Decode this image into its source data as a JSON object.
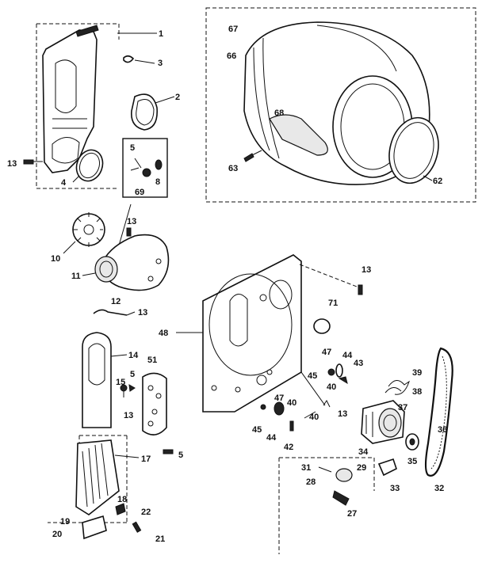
{
  "diagram": {
    "labels": {
      "p1": "1",
      "p2": "2",
      "p3": "3",
      "p4": "4",
      "p5a": "5",
      "p8": "8",
      "p69": "69",
      "p13a": "13",
      "p13b": "13",
      "p10": "10",
      "p11": "11",
      "p12": "12",
      "p13c": "13",
      "p14": "14",
      "p15": "15",
      "p5b": "5",
      "p51": "51",
      "p13d": "13",
      "p5c": "5",
      "p17": "17",
      "p18": "18",
      "p19": "19",
      "p20": "20",
      "p22": "22",
      "p21": "21",
      "p67": "67",
      "p66": "66",
      "p68": "68",
      "p63": "63",
      "p62": "62",
      "p13e": "13",
      "p71": "71",
      "p48": "48",
      "p47a": "47",
      "p44a": "44",
      "p43": "43",
      "p45a": "45",
      "p40a": "40",
      "p39": "39",
      "p38": "38",
      "p47b": "47",
      "p40b": "40",
      "p13f": "13",
      "p45b": "45",
      "p44b": "44",
      "p42": "42",
      "p40c": "40",
      "p37": "37",
      "p36": "36",
      "p34": "34",
      "p35": "35",
      "p31": "31",
      "p29": "29",
      "p28": "28",
      "p33": "33",
      "p32": "32",
      "p27": "27"
    }
  }
}
